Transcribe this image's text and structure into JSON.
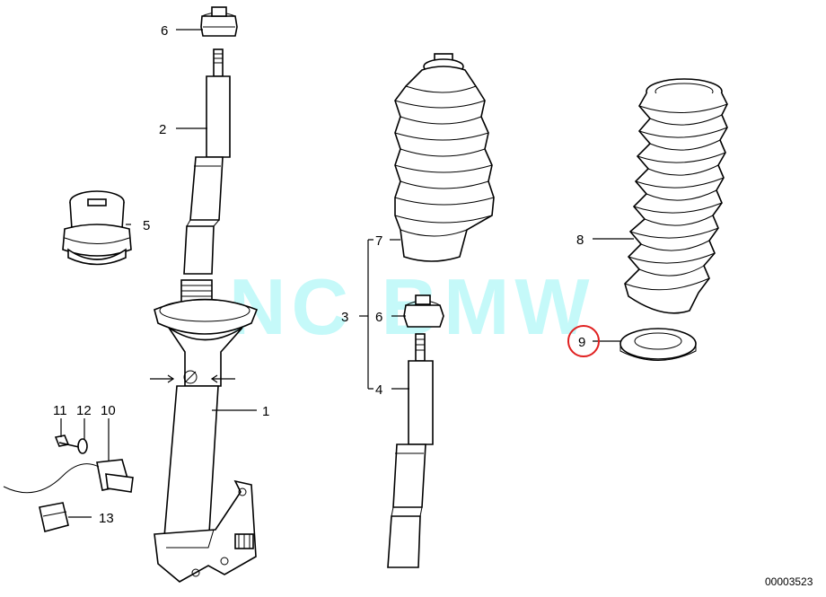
{
  "watermark": "NC BMW",
  "diagram_code": "00003523",
  "callouts": {
    "n1": "1",
    "n2": "2",
    "n3": "3",
    "n4": "4",
    "n5": "5",
    "n6_top": "6",
    "n6_mid": "6",
    "n7": "7",
    "n8": "8",
    "n9": "9",
    "n10": "10",
    "n11": "11",
    "n12": "12",
    "n13": "13"
  },
  "colors": {
    "highlight": "#e02020",
    "watermark": "#7ff3f3",
    "ink": "#000000"
  },
  "highlighted_part": "9"
}
